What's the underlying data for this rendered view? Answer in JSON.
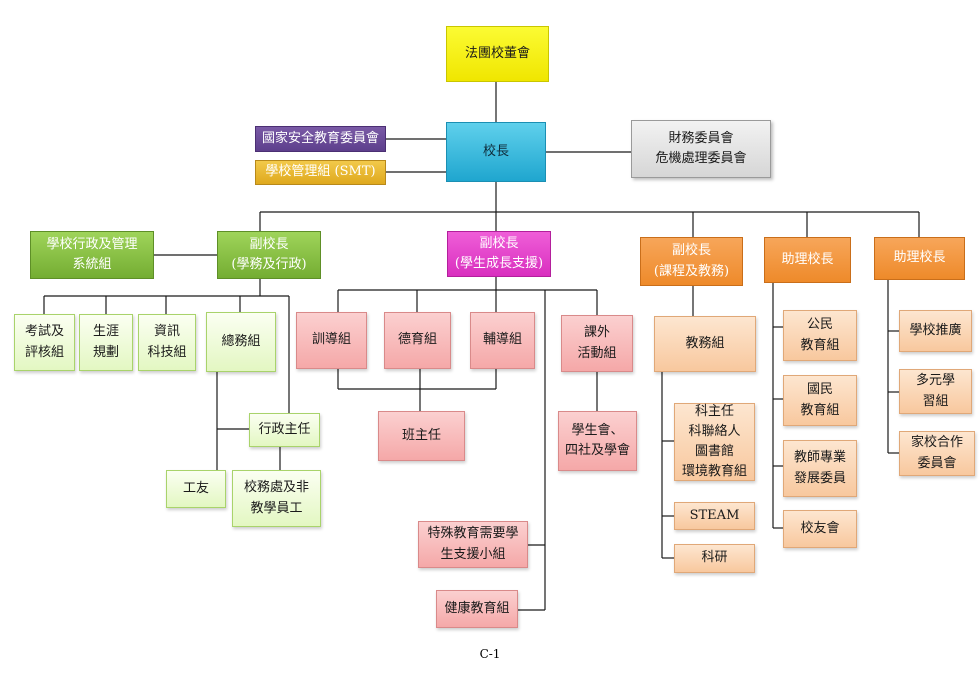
{
  "top": {
    "board": "法團校董會",
    "principal": "校長",
    "finance": [
      "財務委員會",
      "危機處理委員會"
    ],
    "security_committee": "國家安全教育委員會",
    "smt": "學校管理組 (SMT)"
  },
  "admin_system": [
    "學校行政及管理",
    "系統組"
  ],
  "vp_admin": [
    "副校長",
    "(學務及行政)"
  ],
  "vp_student": [
    "副校長",
    "(學生成長支援)"
  ],
  "vp_curriculum": [
    "副校長",
    "(課程及教務)"
  ],
  "ap1": "助理校長",
  "ap2": "助理校長",
  "admin_branch": {
    "exam": [
      "考試及",
      "評核組"
    ],
    "career": [
      "生涯",
      "規劃"
    ],
    "it": [
      "資訊",
      "科技組"
    ],
    "general": "總務組",
    "admin_officer": "行政主任",
    "janitor": "工友",
    "staff": [
      "校務處及非",
      "教學員工"
    ]
  },
  "student_branch": {
    "discipline": "訓導組",
    "moral": "德育組",
    "counselling": "輔導組",
    "class_teacher": "班主任",
    "ecas": [
      "課外",
      "活動組"
    ],
    "su": [
      "學生會、",
      "四社及學會"
    ],
    "sen": [
      "特殊教育需要學",
      "生支援小組"
    ],
    "health": "健康教育組"
  },
  "curriculum_branch": {
    "academic": "教務組",
    "panel": [
      "科主任",
      "科聯絡人",
      "圖書館",
      "環境教育組"
    ],
    "steam": "STEAM",
    "research": "科研"
  },
  "ap1_branch": {
    "civic": [
      "公民",
      "教育組"
    ],
    "national": [
      "國民",
      "教育組"
    ],
    "pd": [
      "教師專業",
      "發展委員"
    ],
    "alumni": "校友會"
  },
  "ap2_branch": {
    "promotion": "學校推廣",
    "learning": [
      "多元學",
      "習組"
    ],
    "parent": [
      "家校合作",
      "委員會"
    ]
  },
  "footer": "C-1"
}
